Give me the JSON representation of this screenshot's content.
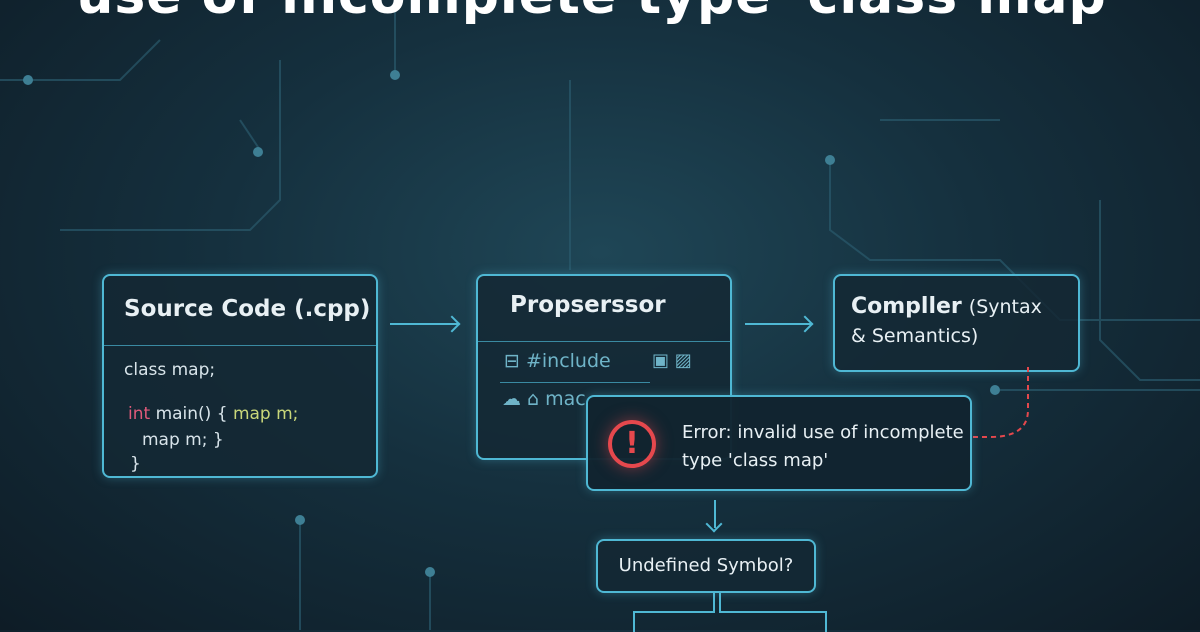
{
  "title": "use of incomplete type 'class map'",
  "source": {
    "heading": "Source Code (.cpp)",
    "line1": "class map;",
    "kw": "int",
    "line2": " main() {",
    "line2b": "map m;",
    "line3": "map m; }",
    "line4": "}"
  },
  "preprocessor": {
    "heading": "Propserssor",
    "include": "#include",
    "macro": "mac"
  },
  "compiler": {
    "heading": "Compller",
    "sub1": "(Syntax",
    "sub2": "& Semantics)"
  },
  "error": {
    "line1": "Error: invalid use of incomplete",
    "line2": "type 'class map'"
  },
  "undefined": {
    "label": "Undefined Symbol?"
  },
  "colors": {
    "accent": "#4fb8d4",
    "error": "#e5484d"
  }
}
